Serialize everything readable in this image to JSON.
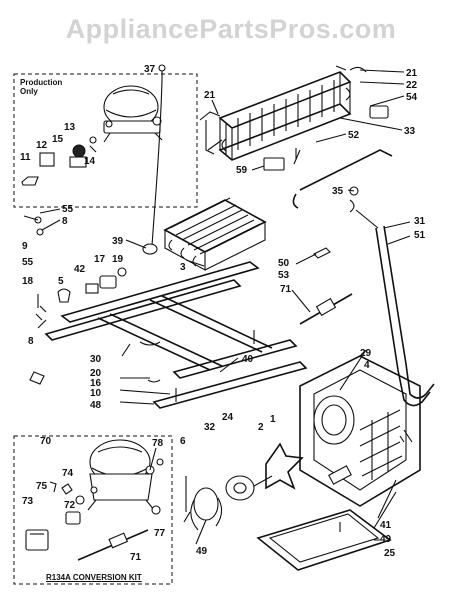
{
  "watermark": "AppliancePartsPros.com",
  "production_box_label": "Production Only",
  "kit_label": "R134A CONVERSION KIT",
  "callouts": [
    "37",
    "21",
    "22",
    "54",
    "21",
    "33",
    "52",
    "59",
    "35",
    "55",
    "8",
    "39",
    "9",
    "55",
    "18",
    "5",
    "42",
    "17",
    "19",
    "3",
    "50",
    "53",
    "71",
    "31",
    "51",
    "29",
    "4",
    "8",
    "30",
    "20",
    "16",
    "10",
    "48",
    "40",
    "70",
    "78",
    "75",
    "74",
    "72",
    "73",
    "71",
    "77",
    "6",
    "32",
    "24",
    "2",
    "1",
    "49",
    "41",
    "49",
    "25",
    "13",
    "15",
    "14",
    "12",
    "11"
  ]
}
